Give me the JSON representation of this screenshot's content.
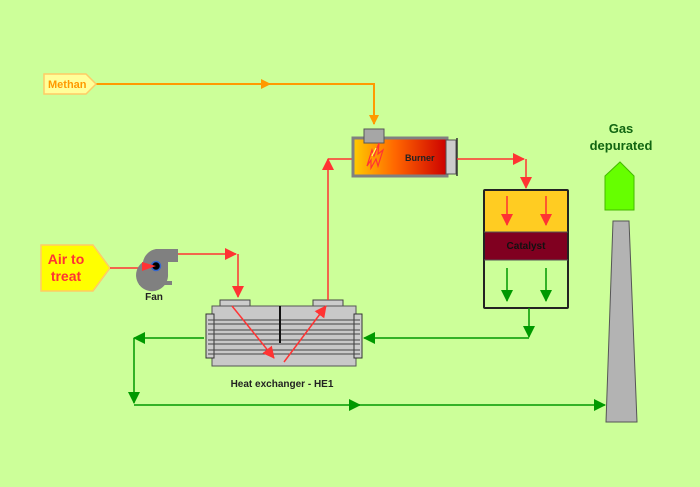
{
  "diagram": {
    "title": "Catalytic oxidation process flow",
    "colors": {
      "background": "#ccff99",
      "methane_line": "#ff9900",
      "hot_line": "#ff3333",
      "clean_line": "#009900",
      "equipment_gray": "#b3b3b3",
      "catalyst": "#800020",
      "input_tag_fill": "#ffff00",
      "methane_tag_fill": "#ffff99",
      "stack_top": "#66ff00"
    },
    "labels": {
      "methane": "Methan",
      "air_to_treat_line1": "Air to",
      "air_to_treat_line2": "treat",
      "fan": "Fan",
      "burner": "Burner",
      "catalyst": "Catalyst",
      "heat_exchanger": "Heat exchanger - HE1",
      "gas_line1": "Gas",
      "gas_line2": "depurated"
    },
    "icons": {
      "flame": "flame-icon",
      "fan": "fan-icon"
    },
    "nodes": [
      {
        "id": "methane-input",
        "label": "Methan"
      },
      {
        "id": "air-input",
        "label": "Air to treat"
      },
      {
        "id": "fan",
        "label": "Fan"
      },
      {
        "id": "heat-exchanger",
        "label": "Heat exchanger - HE1"
      },
      {
        "id": "burner",
        "label": "Burner"
      },
      {
        "id": "catalyst-reactor",
        "label": "Catalyst"
      },
      {
        "id": "stack",
        "label": "Gas depurated"
      }
    ],
    "edges": [
      {
        "from": "methane-input",
        "to": "burner",
        "stream": "methane"
      },
      {
        "from": "air-input",
        "to": "fan",
        "stream": "hot"
      },
      {
        "from": "fan",
        "to": "heat-exchanger",
        "stream": "hot"
      },
      {
        "from": "heat-exchanger",
        "to": "burner",
        "stream": "hot"
      },
      {
        "from": "burner",
        "to": "catalyst-reactor",
        "stream": "hot"
      },
      {
        "from": "catalyst-reactor",
        "to": "heat-exchanger",
        "stream": "clean"
      },
      {
        "from": "heat-exchanger",
        "to": "stack",
        "stream": "clean"
      }
    ]
  }
}
